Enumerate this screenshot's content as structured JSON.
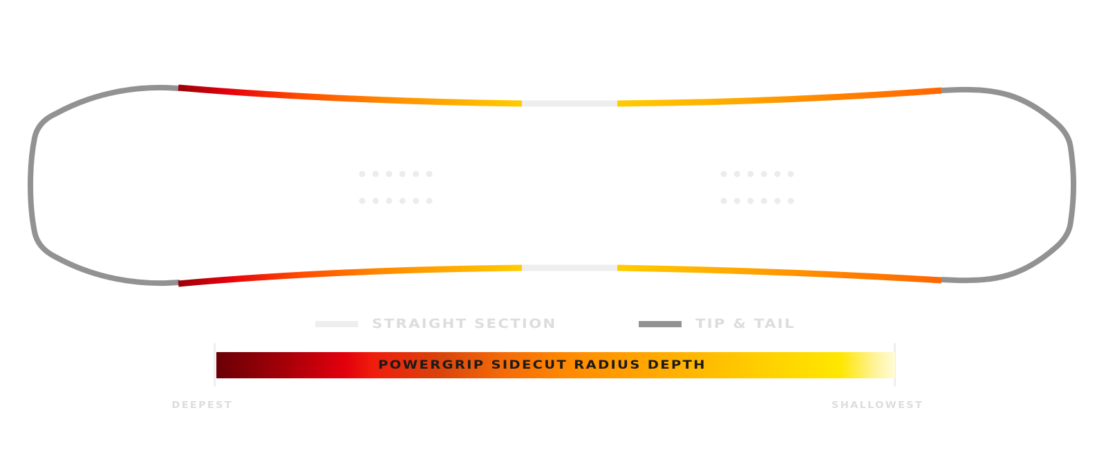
{
  "diagram": {
    "title": "Snowboard sidecut profile",
    "legend": [
      {
        "name": "straight-section",
        "label": "STRAIGHT SECTION",
        "color": "#eeeeee"
      },
      {
        "name": "tip-and-tail",
        "label": "TIP & TAIL",
        "color": "#929292"
      }
    ],
    "scale": {
      "title": "POWERGRIP SIDECUT RADIUS DEPTH",
      "min_label": "DEEPEST",
      "max_label": "SHALLOWEST",
      "gradient_stops": [
        "#6a0006",
        "#a50008",
        "#e3000d",
        "#ef1d0c",
        "#f46a08",
        "#ff8a00",
        "#ffaa00",
        "#ffcc00",
        "#ffe700",
        "#fffbd7"
      ]
    },
    "board": {
      "outline_color": "#929292",
      "straight_color": "#eeeeee",
      "insert_color": "#ececec",
      "insert_groups": 2,
      "insert_rows": 2,
      "inserts_per_row": 6
    },
    "colors": {
      "edge_deep": "#a00008",
      "edge_red": "#e6000c",
      "edge_orange": "#ff6a00",
      "edge_amber": "#ffa400",
      "edge_yellow": "#ffcc00"
    }
  }
}
